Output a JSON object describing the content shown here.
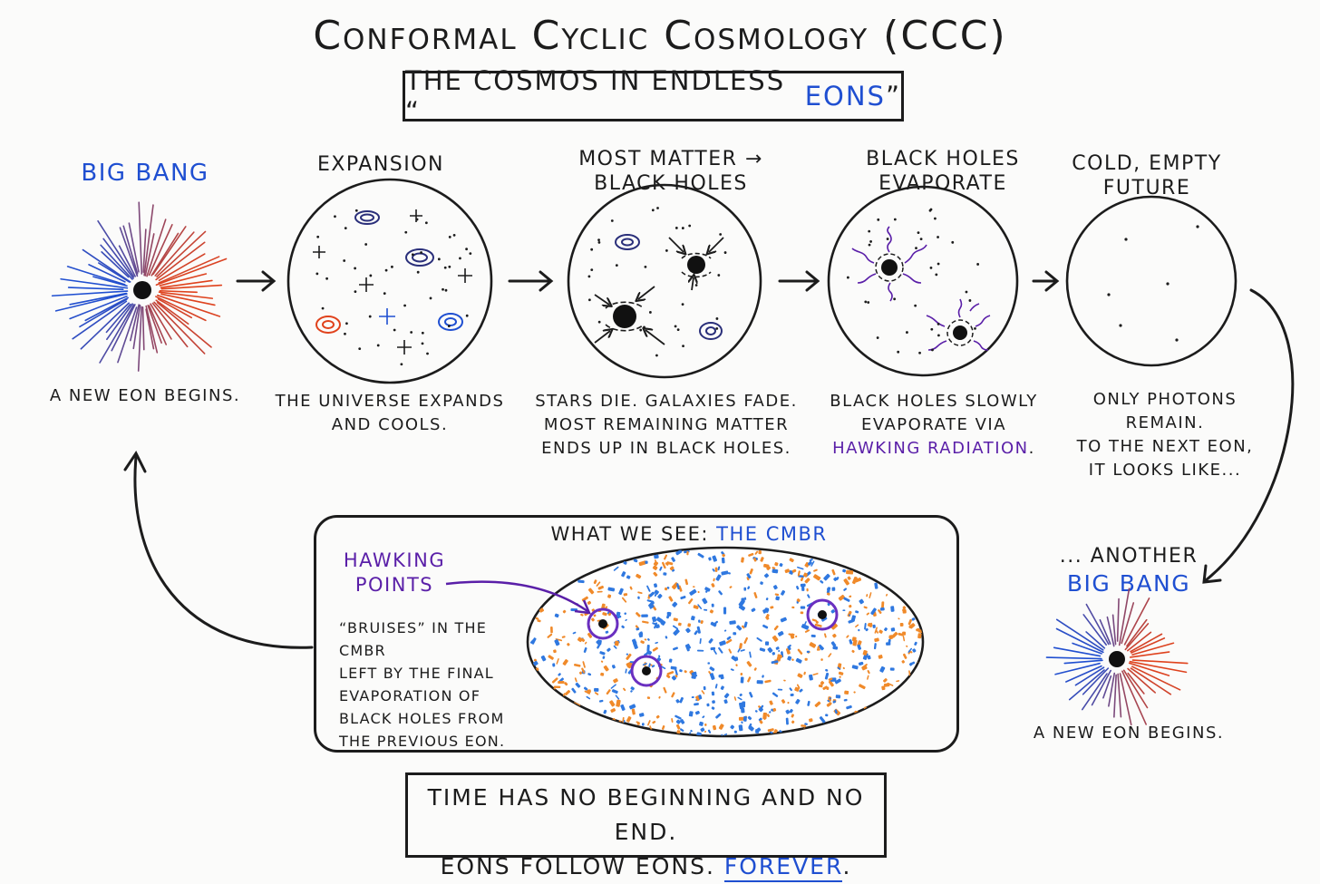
{
  "title": "Conformal Cyclic Cosmology (CCC)",
  "subtitle": {
    "prefix": "THE COSMOS IN ENDLESS “",
    "highlight": "EONS",
    "suffix": "”"
  },
  "stages": [
    {
      "label": "BIG BANG",
      "caption": "A NEW EON BEGINS."
    },
    {
      "label": "EXPANSION",
      "caption_lines": [
        "THE UNIVERSE EXPANDS",
        "AND COOLS."
      ]
    },
    {
      "label_lines": [
        "MOST MATTER →",
        "BLACK HOLES"
      ],
      "caption_lines": [
        "STARS DIE. GALAXIES FADE.",
        "MOST REMAINING MATTER",
        "ENDS UP IN BLACK HOLES."
      ]
    },
    {
      "label_lines": [
        "BLACK HOLES",
        "EVAPORATE"
      ],
      "caption_lines": [
        "BLACK HOLES SLOWLY",
        "EVAPORATE VIA"
      ],
      "caption_highlight": "HAWKING RADIATION",
      "caption_end": "."
    },
    {
      "label_lines": [
        "COLD, EMPTY",
        "FUTURE"
      ],
      "caption_lines": [
        "ONLY PHOTONS REMAIN.",
        "TO THE NEXT EON,",
        "IT LOOKS LIKE..."
      ]
    }
  ],
  "another": {
    "line1": "... ANOTHER",
    "line2": "BIG BANG",
    "caption": "A NEW EON BEGINS."
  },
  "cmbr": {
    "heading_prefix": "WHAT WE SEE: ",
    "heading_highlight": "THE CMBR",
    "hawking_lines": [
      "HAWKING",
      "POINTS"
    ],
    "note_lines": [
      "“BRUISES” IN THE CMBR",
      "LEFT BY THE FINAL",
      "EVAPORATION OF",
      "BLACK HOLES FROM",
      "THE PREVIOUS EON."
    ]
  },
  "footer": {
    "line1": "TIME HAS NO BEGINNING AND NO END.",
    "line2_prefix": "EONS FOLLOW EONS. ",
    "line2_highlight": "FOREVER",
    "line2_suffix": "."
  },
  "colors": {
    "ink": "#1c1c1c",
    "blue": "#1f4fd1",
    "red": "#e0421c",
    "orange": "#f08a2a",
    "purple": "#5a1fa8",
    "cmbr_blue": "#2f78e0"
  }
}
